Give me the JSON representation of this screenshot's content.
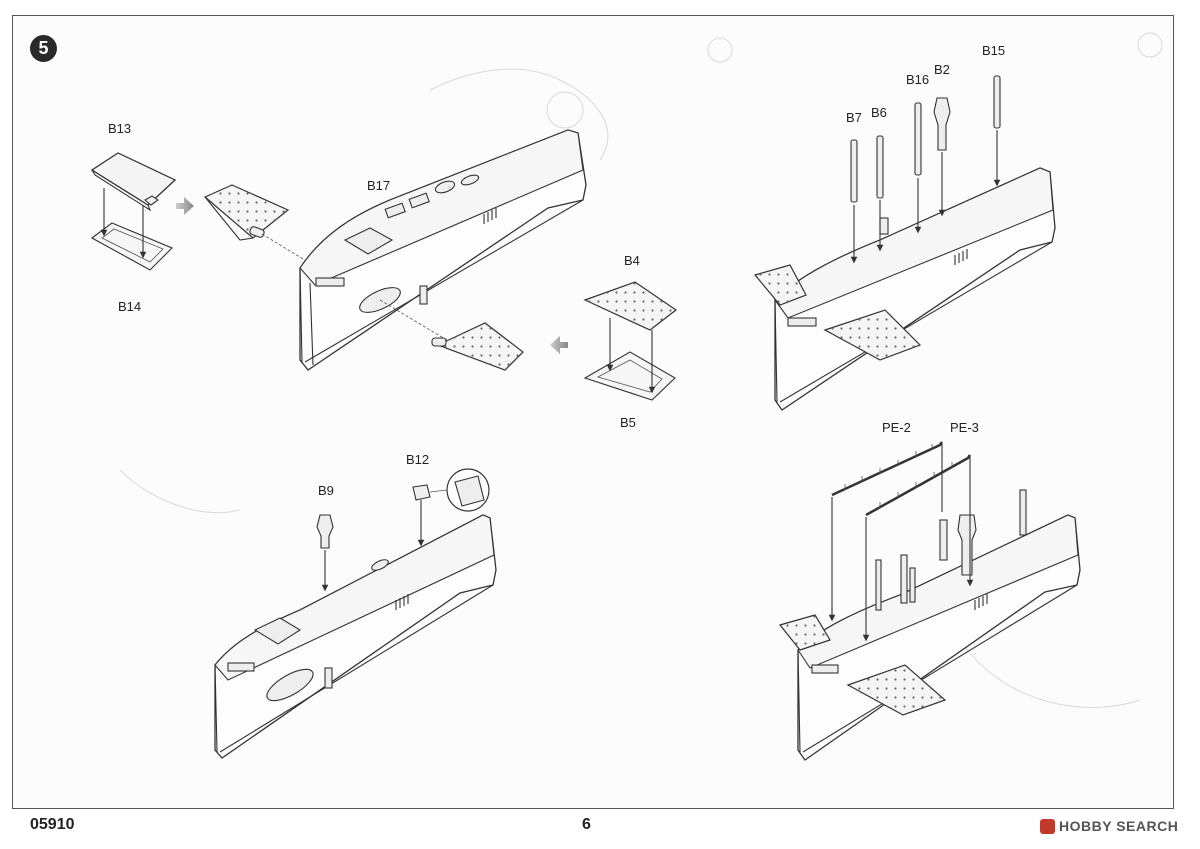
{
  "step": {
    "number": "5"
  },
  "labels": {
    "b13": "B13",
    "b14": "B14",
    "b17": "B17",
    "b4": "B4",
    "b5": "B5",
    "b7": "B7",
    "b6": "B6",
    "b16": "B16",
    "b2": "B2",
    "b15": "B15",
    "b9": "B9",
    "b12": "B12",
    "pe2": "PE-2",
    "pe3": "PE-3"
  },
  "footer": {
    "code": "05910",
    "page": "6"
  },
  "watermark": {
    "text": "HOBBY SEARCH"
  },
  "colors": {
    "line": "#333333",
    "badge": "#2a2a2a",
    "watermark_icon": "#c0392b"
  }
}
